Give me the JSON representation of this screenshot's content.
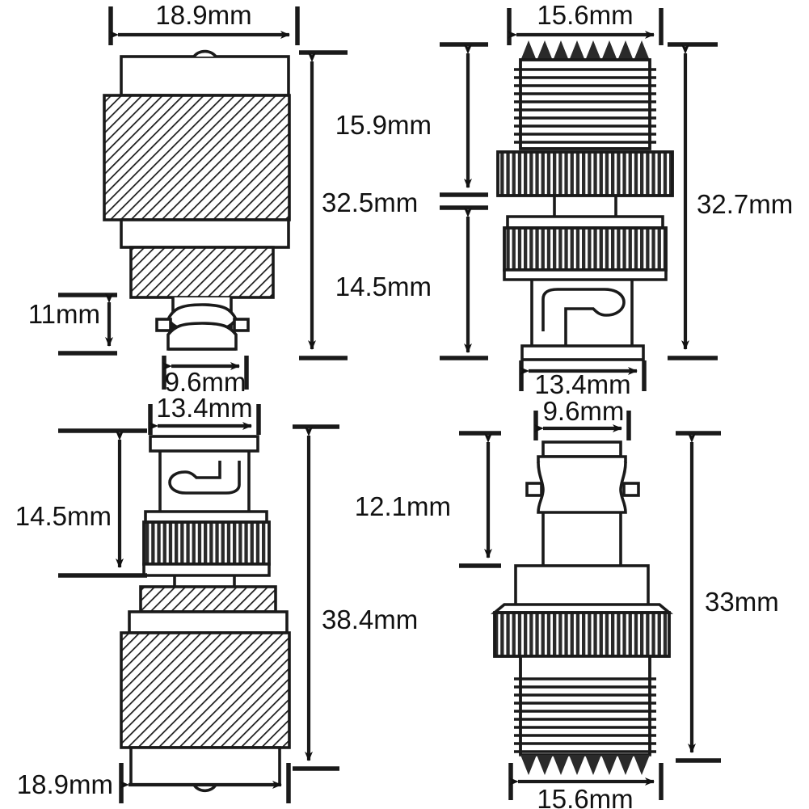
{
  "drawing": {
    "title": "BNC Connector Dimensional Drawing",
    "units": "mm",
    "line_color": "#1a1a1a",
    "hatch_color": "#1a1a1a",
    "background": "#ffffff"
  },
  "views": [
    {
      "id": "top-left",
      "name": "bnc-male-plug-view",
      "dimensions": {
        "top_width": "18.9mm",
        "overall_height": "32.5mm",
        "pin_height": "11mm",
        "pin_width": "9.6mm"
      }
    },
    {
      "id": "top-right",
      "name": "bnc-bulkhead-threaded-view",
      "dimensions": {
        "top_width": "15.6mm",
        "upper_height": "15.9mm",
        "lower_height": "14.5mm",
        "overall_height": "32.7mm",
        "bottom_width": "13.4mm"
      }
    },
    {
      "id": "bottom-left",
      "name": "bnc-socket-inverted-view",
      "dimensions": {
        "top_width": "13.4mm",
        "upper_height": "14.5mm",
        "overall_height": "38.4mm",
        "bottom_width": "18.9mm"
      }
    },
    {
      "id": "bottom-right",
      "name": "bnc-plug-inverted-threaded-view",
      "dimensions": {
        "top_width": "9.6mm",
        "upper_height": "12.1mm",
        "overall_height": "33mm",
        "bottom_width": "15.6mm"
      }
    }
  ],
  "labels": {
    "tl_width": "18.9mm",
    "tl_height": "32.5mm",
    "tl_pin_height": "11mm",
    "tl_pin_width": "9.6mm",
    "tr_width": "15.6mm",
    "tr_upper": "15.9mm",
    "tr_lower": "14.5mm",
    "tr_height": "32.7mm",
    "tr_bottom_width": "13.4mm",
    "bl_width": "13.4mm",
    "bl_upper": "14.5mm",
    "bl_height": "38.4mm",
    "bl_bottom_width": "18.9mm",
    "br_width": "9.6mm",
    "br_upper": "12.1mm",
    "br_height": "33mm",
    "br_bottom_width": "15.6mm"
  }
}
